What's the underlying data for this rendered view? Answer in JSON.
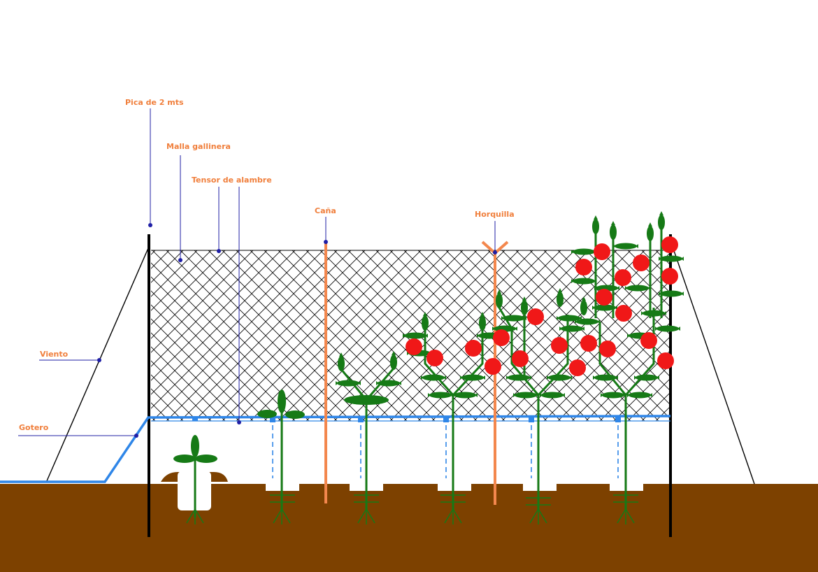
{
  "labels": {
    "pica": "Pica de 2 mts",
    "malla": "Malla gallinera",
    "tensor": "Tensor de alambre",
    "cana": "Caña",
    "horquilla": "Horquilla",
    "viento": "Viento",
    "gotero": "Gotero"
  },
  "colors": {
    "label_text": "#f07f3c",
    "leader_line": "#1f1fa6",
    "soil": "#7d4100",
    "pipe": "#2f86e8",
    "plant": "#167a16",
    "tomato": "#f01818",
    "cane": "#f3874d",
    "post": "#000000"
  }
}
